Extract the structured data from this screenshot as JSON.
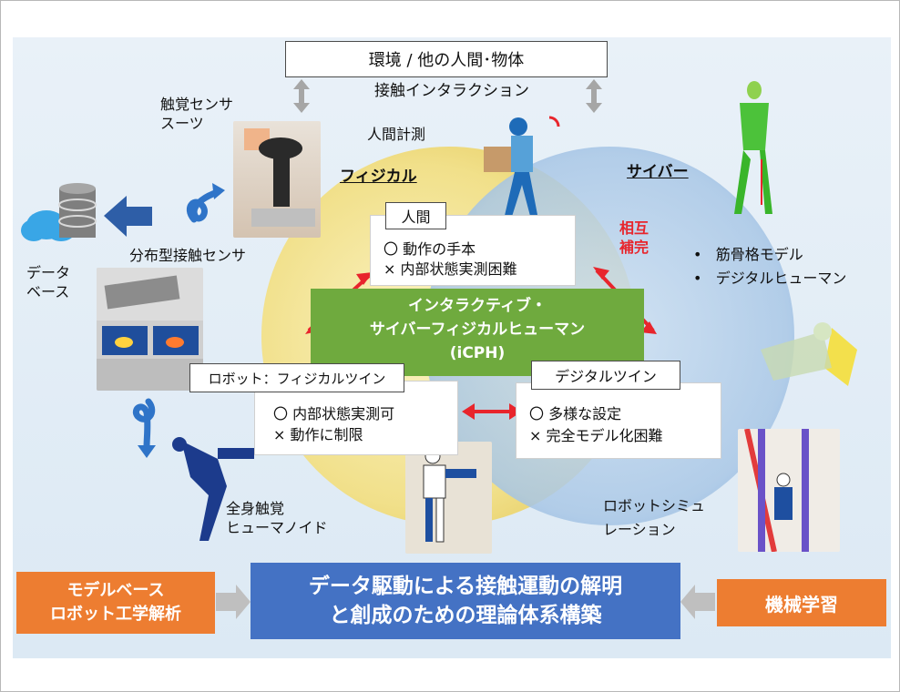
{
  "top_box": "環境 / 他の人間･物体",
  "contact_interaction": "接触インタラクション",
  "human_measurement": "人間計測",
  "physical_label": "フィジカル",
  "cyber_label": "サイバー",
  "tactile_suit": [
    "触覚センサ",
    "スーツ"
  ],
  "distributed_sensor": "分布型接触センサ",
  "database": [
    "データ",
    "ベース"
  ],
  "humanoid": [
    "全身触覚",
    "ヒューマノイド"
  ],
  "mutual": [
    "相互",
    "補完"
  ],
  "human_box": {
    "title": "人間",
    "items": [
      "〇 動作の手本",
      "× 内部状態実測困難"
    ]
  },
  "robot_box": {
    "title": "ロボット：フィジカルツイン",
    "items": [
      "〇 内部状態実測可",
      "× 動作に制限"
    ]
  },
  "digital_box": {
    "title": "デジタルツイン",
    "items": [
      "〇 多様な設定",
      "× 完全モデル化困難"
    ]
  },
  "icph": [
    "インタラクティブ・",
    "サイバーフィジカルヒューマン",
    "(iCPH)"
  ],
  "cyber_bullets": [
    "筋骨格モデル",
    "デジタルヒューマン"
  ],
  "robot_sim": [
    "ロボットシミュ",
    "レーション"
  ],
  "bottom": {
    "left": [
      "モデルベース",
      "ロボット工学解析"
    ],
    "center": [
      "データ駆動による接触運動の解明",
      "と創成のための理論体系構築"
    ],
    "right": "機械学習"
  },
  "colors": {
    "physical": "#f2e39a",
    "cyber": "#b9d3ec",
    "icph_green": "#6faa3e",
    "orange": "#ed7d31",
    "blue": "#4472c4",
    "red": "#e8252c"
  }
}
